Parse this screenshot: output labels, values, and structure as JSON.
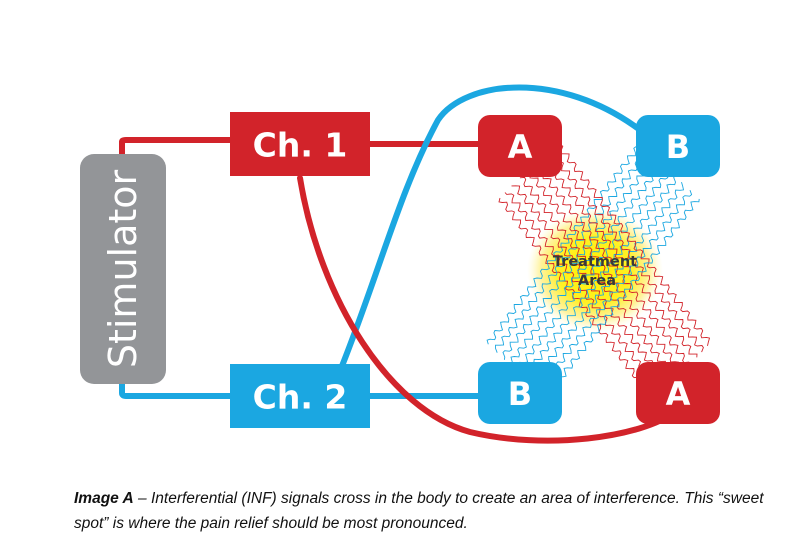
{
  "colors": {
    "red": "#D2232A",
    "blue": "#1BA7E1",
    "gray": "#939598",
    "glow": "#FFF200"
  },
  "diagram": {
    "stimulator_label": "Stimulator",
    "channel_1_label": "Ch. 1",
    "channel_2_label": "Ch. 2",
    "electrode_red_top_label": "A",
    "electrode_blue_top_label": "B",
    "electrode_blue_bottom_label": "B",
    "electrode_red_bottom_label": "A",
    "treatment_line1": "Treatment",
    "treatment_line2": "Area"
  },
  "caption": {
    "lead": "Image A",
    "text": " – Interferential (INF) signals cross in the body to create an area of interference. This “sweet spot” is where the pain relief should be most pronounced."
  }
}
